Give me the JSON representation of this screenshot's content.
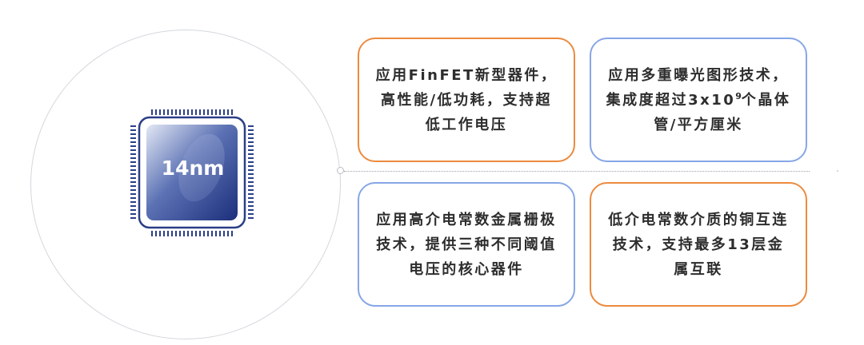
{
  "chip": {
    "label": "14nm"
  },
  "cards": [
    {
      "lines": [
        "应用FinFET新型器件，",
        "高性能/低功耗，支持超",
        "低工作电压"
      ]
    },
    {
      "lines": [
        "应用多重曝光图形技术，"
      ],
      "line2_before": "集成度超过3x10",
      "line2_sup": "9",
      "line2_after": "个晶体",
      "line3": "管/平方厘米"
    },
    {
      "lines": [
        "应用高介电常数金属栅极",
        "技术，提供三种不同阈值",
        "电压的核心器件"
      ]
    },
    {
      "lines": [
        "低介电常数介质的铜互连",
        "技术，支持最多13层金",
        "属互联"
      ]
    }
  ]
}
